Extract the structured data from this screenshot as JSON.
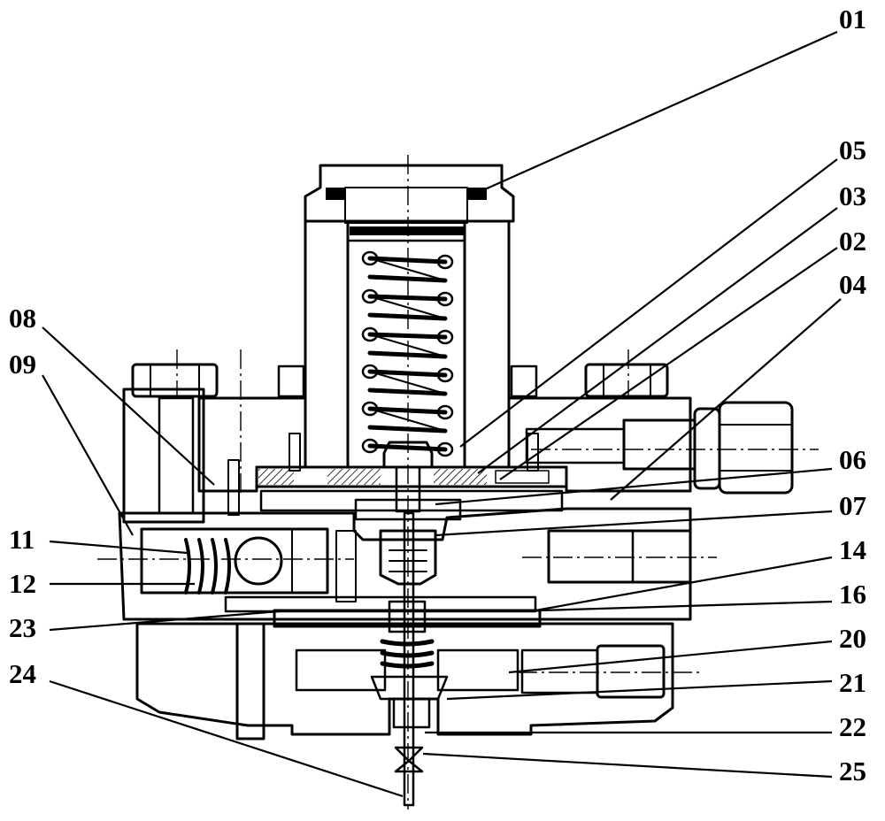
{
  "diagram": {
    "kind": "cross-section drawing",
    "ink_color": "#000000",
    "paper_color": "#ffffff",
    "callouts": [
      {
        "id": "01"
      },
      {
        "id": "05"
      },
      {
        "id": "03"
      },
      {
        "id": "02"
      },
      {
        "id": "04"
      },
      {
        "id": "06"
      },
      {
        "id": "07"
      },
      {
        "id": "14"
      },
      {
        "id": "16"
      },
      {
        "id": "20"
      },
      {
        "id": "21"
      },
      {
        "id": "22"
      },
      {
        "id": "25"
      },
      {
        "id": "08"
      },
      {
        "id": "09"
      },
      {
        "id": "11"
      },
      {
        "id": "12"
      },
      {
        "id": "23"
      },
      {
        "id": "24"
      }
    ]
  }
}
